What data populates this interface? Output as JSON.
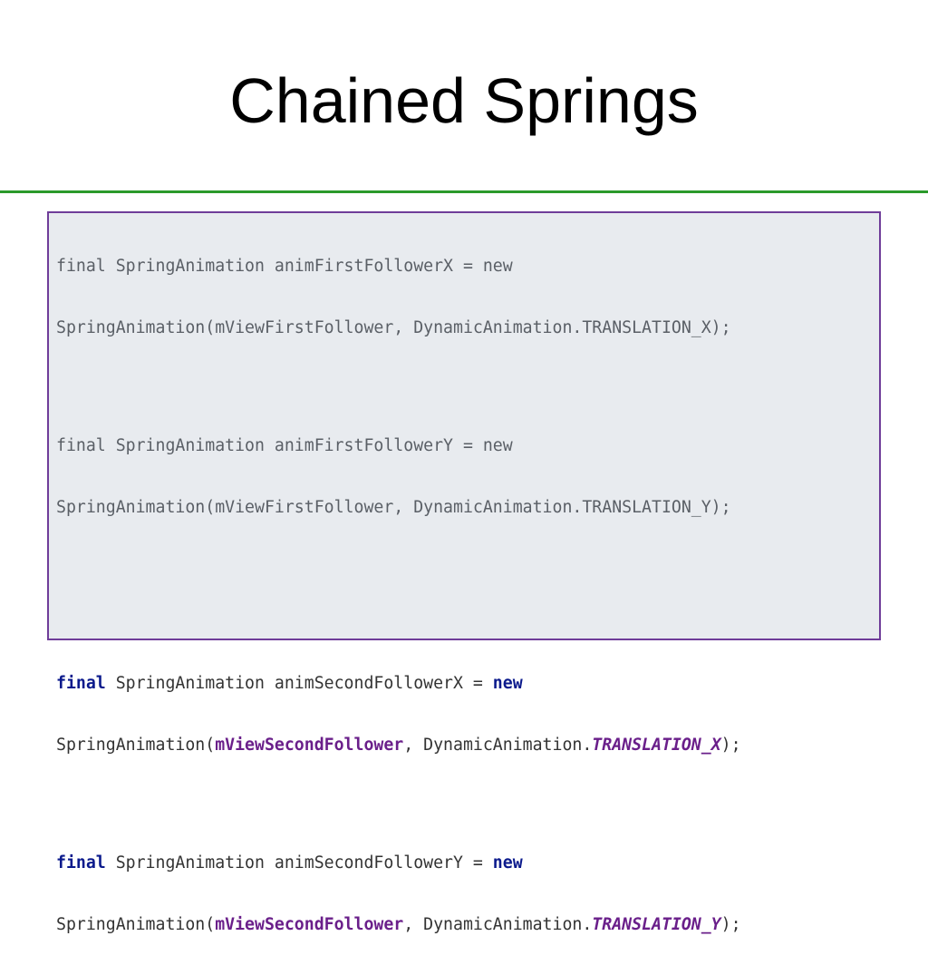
{
  "slide": {
    "title": "Chained Springs"
  },
  "colors": {
    "divider": "#2a9a2a",
    "code_border": "#6f3d99",
    "code_background": "#e8ebef",
    "keyword": "#0b1a8c",
    "field": "#6a1f8a"
  },
  "code": {
    "faded": {
      "line1": "final SpringAnimation animFirstFollowerX = new",
      "line2": "SpringAnimation(mViewFirstFollower, DynamicAnimation.TRANSLATION_X);",
      "line3": "final SpringAnimation animFirstFollowerY = new",
      "line4": "SpringAnimation(mViewFirstFollower, DynamicAnimation.TRANSLATION_Y);"
    },
    "highlighted": {
      "kw_final": "final",
      "decl_x": " SpringAnimation animSecondFollowerX = ",
      "decl_y": " SpringAnimation animSecondFollowerY = ",
      "kw_new": "new",
      "ctor_open": "SpringAnimation(",
      "field_view": "mViewSecondFollower",
      "mid": ", DynamicAnimation.",
      "const_x": "TRANSLATION_X",
      "const_y": "TRANSLATION_Y",
      "close": ");"
    }
  }
}
